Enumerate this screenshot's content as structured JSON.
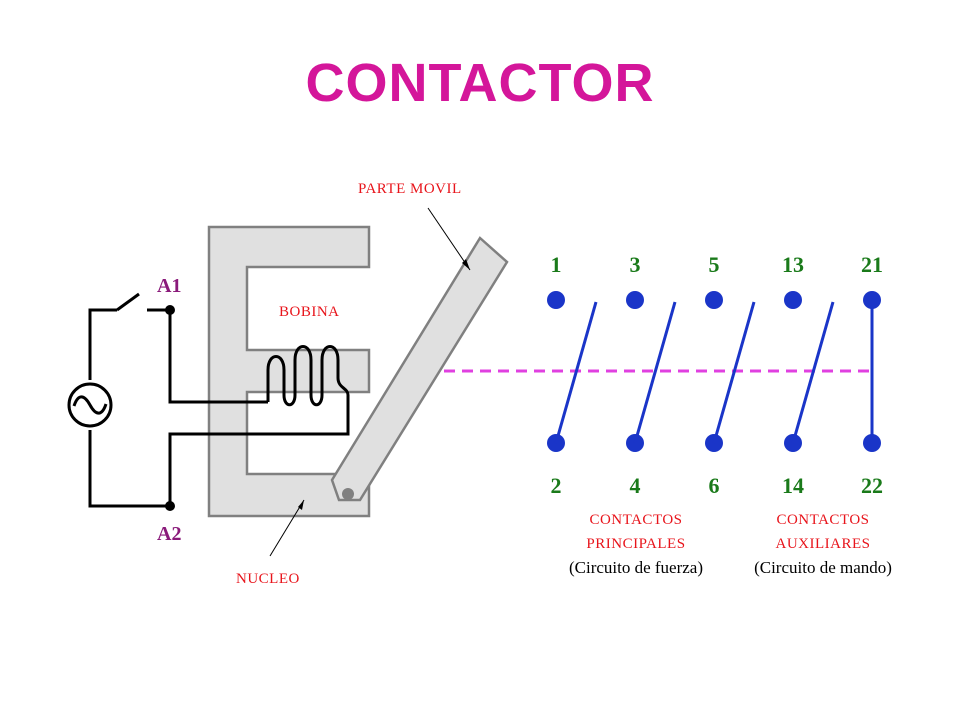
{
  "title": "CONTACTOR",
  "labels": {
    "parte_movil": "PARTE MOVIL",
    "bobina": "BOBINA",
    "nucleo": "NUCLEO",
    "a1": "A1",
    "a2": "A2"
  },
  "contacts": {
    "top_numbers": [
      "1",
      "3",
      "5",
      "13",
      "21"
    ],
    "bottom_numbers": [
      "2",
      "4",
      "6",
      "14",
      "22"
    ]
  },
  "groups": {
    "principales": {
      "line1": "CONTACTOS",
      "line2": "PRINCIPALES",
      "line3": "(Circuito de fuerza)"
    },
    "auxiliares": {
      "line1": "CONTACTOS",
      "line2": "AUXILIARES",
      "line3": "(Circuito de mando)"
    }
  },
  "colors": {
    "title": "#d4169a",
    "core_fill": "#e0e0e0",
    "contact_blue": "#1a35c8",
    "link_dashed": "#e040e0"
  }
}
